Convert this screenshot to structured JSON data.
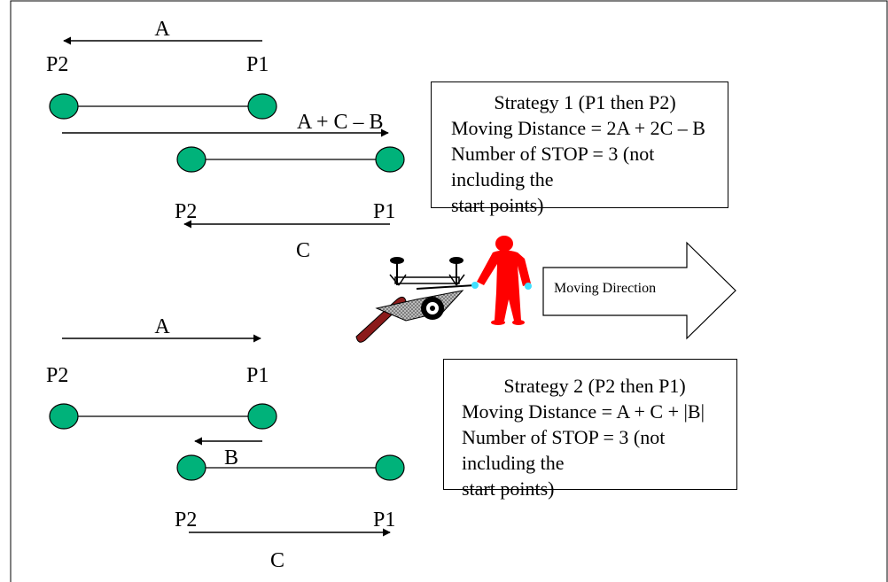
{
  "labels": {
    "A": "A",
    "B": "B",
    "C": "C",
    "P1": "P1",
    "P2": "P2",
    "A_plus_C_minus_B": "A + C – B"
  },
  "arrow_label": "Moving Direction",
  "strategy1": {
    "title": "Strategy 1 (P1 then P2)",
    "distance": "Moving Distance = 2A + 2C – B",
    "stops_line1": "Number of STOP = 3 (not including the",
    "stops_line2": "start points)"
  },
  "strategy2": {
    "title": "Strategy 2 (P2 then P1)",
    "distance": "Moving Distance = A + C + |B|",
    "stops_line1": "Number of STOP = 3 (not including the",
    "stops_line2": "start points)"
  },
  "colors": {
    "node_fill": "#00b27a",
    "figure_red": "#ff0000",
    "cart_dark_red": "#8b1a1a",
    "glove_cyan": "#40e0ff"
  }
}
